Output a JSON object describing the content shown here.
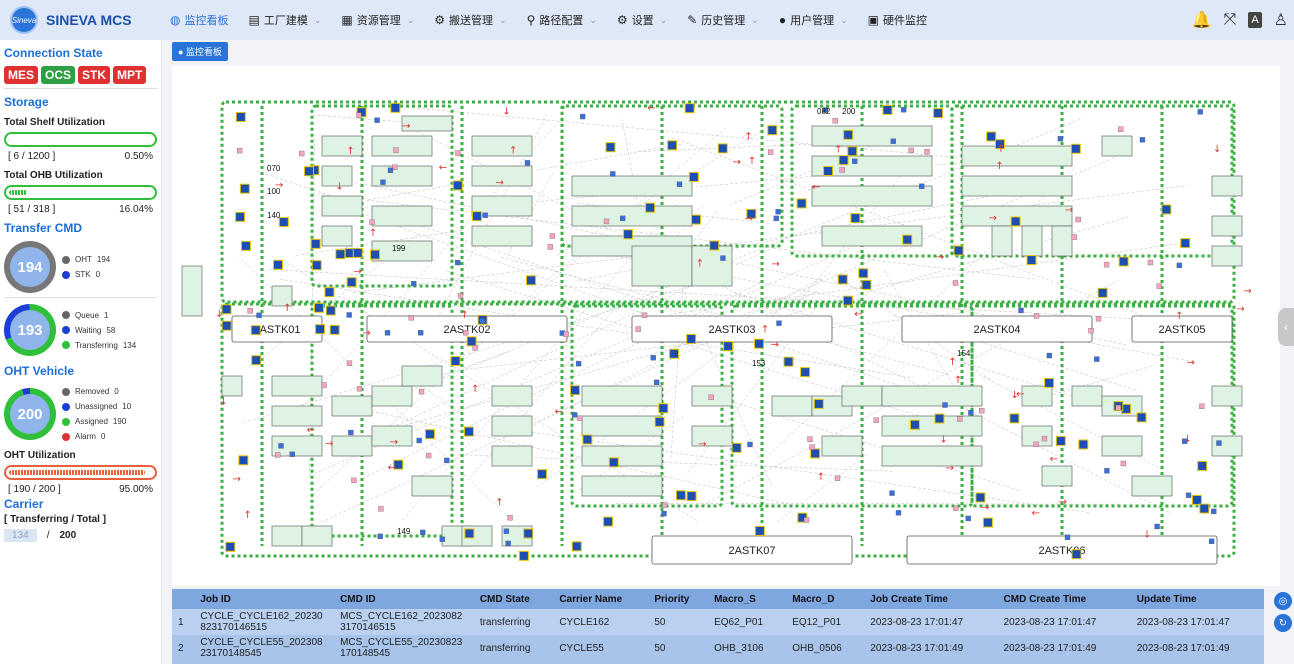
{
  "brand": {
    "logo_text": "Sineva",
    "name": "SINEVA MCS"
  },
  "nav": [
    {
      "icon": "◍",
      "label": "监控看板",
      "chev": ""
    },
    {
      "icon": "▤",
      "label": "工厂建模",
      "chev": "⌄"
    },
    {
      "icon": "▦",
      "label": "资源管理",
      "chev": "⌄"
    },
    {
      "icon": "⚙",
      "label": "搬送管理",
      "chev": "⌄"
    },
    {
      "icon": "⚲",
      "label": "路径配置",
      "chev": "⌄"
    },
    {
      "icon": "⚙",
      "label": "设置",
      "chev": "⌄"
    },
    {
      "icon": "✎",
      "label": "历史管理",
      "chev": "⌄"
    },
    {
      "icon": "●",
      "label": "用户管理",
      "chev": "⌄"
    },
    {
      "icon": "▣",
      "label": "硬件监控",
      "chev": ""
    }
  ],
  "top_icons": {
    "bell": "🔔",
    "expand": "⤧",
    "translate": "A",
    "user": "♙"
  },
  "sidebar": {
    "connection": {
      "title": "Connection State",
      "badges": [
        {
          "label": "MES",
          "color": "#e03131"
        },
        {
          "label": "OCS",
          "color": "#2f9e44"
        },
        {
          "label": "STK",
          "color": "#e03131"
        },
        {
          "label": "MPT",
          "color": "#e03131"
        }
      ]
    },
    "storage": {
      "title": "Storage",
      "shelf": {
        "label": "Total Shelf Utilization",
        "count": "[ 6 / 1200 ]",
        "percent": "0.50%",
        "fill_fraction": 0.005
      },
      "ohb": {
        "label": "Total OHB Utilization",
        "count": "[ 51 / 318 ]",
        "percent": "16.04%",
        "fill_fraction": 0.1604
      }
    },
    "transfer": {
      "title": "Transfer CMD",
      "donut1": {
        "center": "194",
        "items": [
          {
            "label": "OHT",
            "value": "194",
            "color": "#666"
          },
          {
            "label": "STK",
            "value": "0",
            "color": "#1b3fd6"
          }
        ]
      },
      "donut2": {
        "center": "193",
        "items": [
          {
            "label": "Queue",
            "value": "1",
            "color": "#666"
          },
          {
            "label": "Waiting",
            "value": "58",
            "color": "#1b3fd6"
          },
          {
            "label": "Transferring",
            "value": "134",
            "color": "#2fbf3a"
          }
        ]
      }
    },
    "vehicle": {
      "title": "OHT Vehicle",
      "donut": {
        "center": "200",
        "items": [
          {
            "label": "Removed",
            "value": "0",
            "color": "#666"
          },
          {
            "label": "Unassigned",
            "value": "10",
            "color": "#1b3fd6"
          },
          {
            "label": "Assigned",
            "value": "190",
            "color": "#2fbf3a"
          },
          {
            "label": "Alarm",
            "value": "0",
            "color": "#e03131"
          }
        ]
      }
    },
    "oht_util": {
      "label": "OHT Utilization",
      "count": "[ 190 / 200 ]",
      "percent": "95.00%",
      "fill_fraction": 0.95
    },
    "carrier": {
      "title": "Carrier",
      "subtitle": "[ Transferring / Total ]",
      "transferring": "134",
      "sep": "/",
      "total": "200"
    }
  },
  "tab": {
    "label": "● 监控看板"
  },
  "stockers": [
    "2ASTK01",
    "2ASTK02",
    "2ASTK03",
    "2ASTK04",
    "2ASTK05",
    "2ASTK07",
    "2ASTK06"
  ],
  "map_labels": [
    "070",
    "100",
    "140",
    "199",
    "154",
    "153",
    "082",
    "200",
    "149"
  ],
  "table": {
    "headers": [
      "",
      "Job ID",
      "CMD ID",
      "CMD State",
      "Carrier Name",
      "Priority",
      "Macro_S",
      "Macro_D",
      "Job Create Time",
      "CMD Create Time",
      "Update Time"
    ],
    "rows": [
      [
        "1",
        "CYCLE_CYCLE162_20230823170146515",
        "MCS_CYCLE162_20230823170146515",
        "transferring",
        "CYCLE162",
        "50",
        "EQ62_P01",
        "EQ12_P01",
        "2023-08-23 17:01:47",
        "2023-08-23 17:01:47",
        "2023-08-23 17:01:47"
      ],
      [
        "2",
        "CYCLE_CYCLE55_20230823170148545",
        "MCS_CYCLE55_20230823170148545",
        "transferring",
        "CYCLE55",
        "50",
        "OHB_3106",
        "OHB_0506",
        "2023-08-23 17:01:49",
        "2023-08-23 17:01:49",
        "2023-08-23 17:01:49"
      ]
    ]
  },
  "colors": {
    "accent": "#2a73d9",
    "track": "#3cb043",
    "zone": "#dff3e4",
    "vehicle": "#1d4fb3"
  }
}
